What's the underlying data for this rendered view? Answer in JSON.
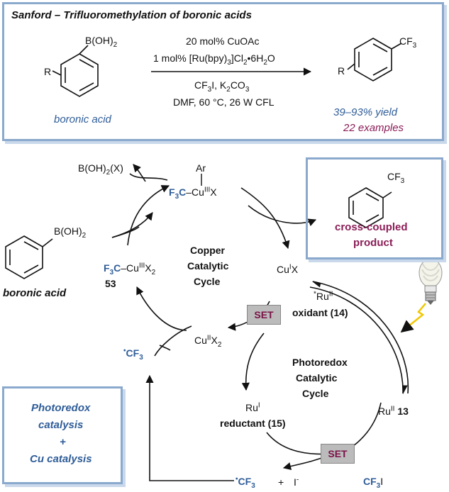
{
  "header": {
    "title": "Sanford – Trifluoromethylation of boronic acids"
  },
  "reaction": {
    "substituent": "R",
    "boronic_group": "B(OH)2",
    "cond1": "20 mol% CuOAc",
    "cond2": "1 mol% [Ru(bpy)3]Cl2•6H2O",
    "cond3": "CF3I, K2CO3",
    "cond4": "DMF, 60 °C, 26 W CFL",
    "reactant_name": "boronic acid",
    "product_group": "CF3",
    "product_substituent": "R",
    "yield": "39–93% yield",
    "examples": "22 examples"
  },
  "mechanism": {
    "byproduct": "B(OH)2(X)",
    "aryl": "Ar",
    "cu3_aryl": "F3C–CuIIIX",
    "cu3_x2": "F3C–CuIIIX2",
    "cu3_label": "53",
    "boronic_group": "B(OH)2",
    "boronic_acid": "boronic acid",
    "copper_cycle": [
      "Copper",
      "Catalytic",
      "Cycle"
    ],
    "cu1": "CuIX",
    "cu2": "CuIIX2",
    "cf3_radical": "•CF3",
    "ru_excited": "*RuII",
    "oxidant": "oxidant (14)",
    "set": "SET",
    "photoredox_cycle": [
      "Photoredox",
      "Catalytic",
      "Cycle"
    ],
    "ru1": "RuI",
    "reductant": "reductant (15)",
    "ru2": "RuII",
    "ru2_label": "13",
    "bottom_cf3": "•CF3",
    "plus": "+",
    "iodide": "I-",
    "cf3i": "CF3I"
  },
  "product_box": {
    "group": "CF3",
    "label1": "cross-coupled",
    "label2": "product"
  },
  "summary_box": {
    "line1": "Photoredox",
    "line2": "catalysis",
    "line3": "+",
    "line4": "Cu catalysis"
  },
  "colors": {
    "box_border": "#8aa9cd",
    "blue_text": "#2f5d98",
    "purple_text": "#8b1d57",
    "set_bg": "#bbbbbb",
    "bolt": "#f2c700"
  },
  "icons": [
    "lightbulb-icon",
    "lightning-bolt-icon"
  ]
}
